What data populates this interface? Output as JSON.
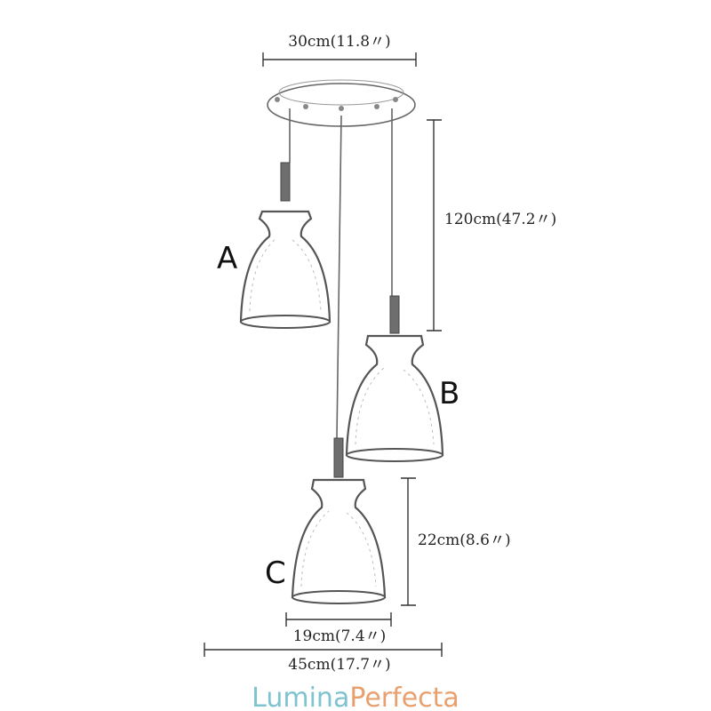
{
  "dimensions": {
    "canopy_width": "30cm(11.8〃)",
    "drop_height": "120cm(47.2〃)",
    "shade_height": "22cm(8.6〃)",
    "shade_width": "19cm(7.4〃)",
    "total_width": "45cm(17.7〃)"
  },
  "lamps": [
    {
      "label": "A"
    },
    {
      "label": "B"
    },
    {
      "label": "C"
    }
  ],
  "watermark": {
    "part1": "Lumina",
    "part2": "Perfecta",
    "color1": "#7ec3cf",
    "color2": "#e8a06f"
  }
}
